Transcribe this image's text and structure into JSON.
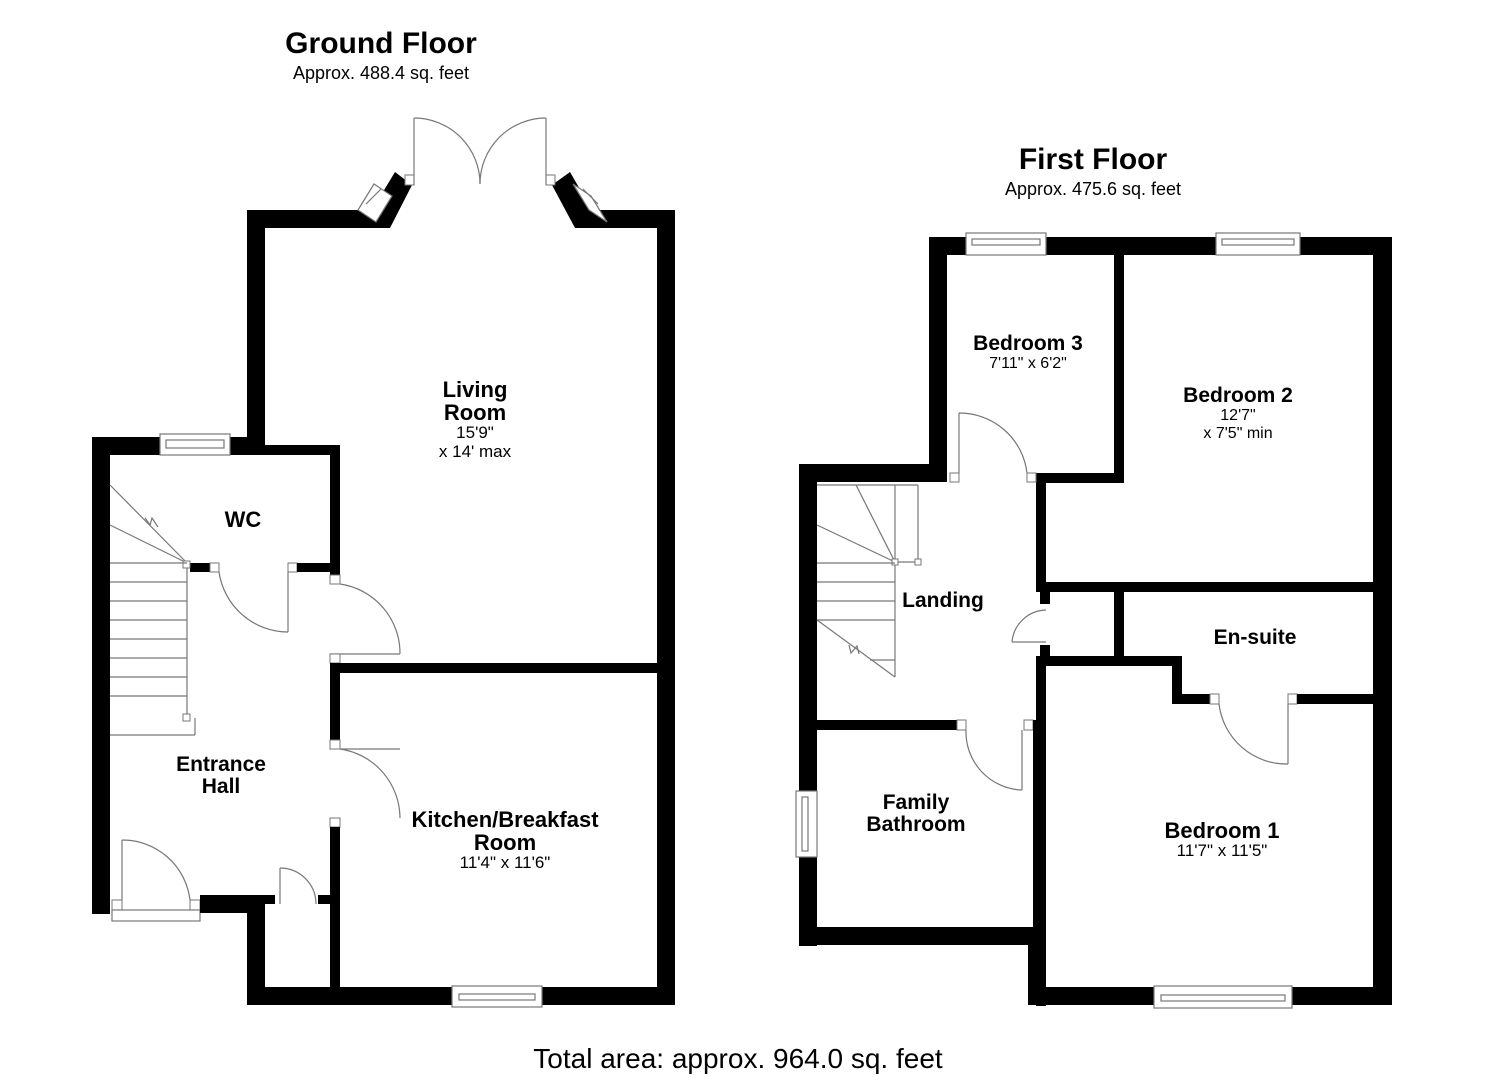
{
  "ground_floor": {
    "title": "Ground Floor",
    "area": "Approx. 488.4 sq. feet",
    "rooms": {
      "living_room": {
        "name_line1": "Living",
        "name_line2": "Room",
        "dim_line1": "15'9\"",
        "dim_line2": "x 14' max"
      },
      "wc": {
        "name": "WC"
      },
      "entrance_hall": {
        "name_line1": "Entrance",
        "name_line2": "Hall"
      },
      "kitchen": {
        "name_line1": "Kitchen/Breakfast",
        "name_line2": "Room",
        "dim": "11'4\" x 11'6\""
      }
    }
  },
  "first_floor": {
    "title": "First Floor",
    "area": "Approx. 475.6 sq. feet",
    "rooms": {
      "bedroom3": {
        "name": "Bedroom 3",
        "dim": "7'11\" x 6'2\""
      },
      "bedroom2": {
        "name": "Bedroom 2",
        "dim_line1": "12'7\"",
        "dim_line2": "x 7'5\" min"
      },
      "landing": {
        "name": "Landing"
      },
      "ensuite": {
        "name": "En-suite"
      },
      "family_bathroom": {
        "name_line1": "Family",
        "name_line2": "Bathroom"
      },
      "bedroom1": {
        "name": "Bedroom 1",
        "dim": "11'7\" x 11'5\""
      }
    }
  },
  "total_area": "Total area: approx. 964.0 sq. feet",
  "colors": {
    "wall": "#000000",
    "fixture_line": "#777777",
    "background": "#ffffff"
  }
}
